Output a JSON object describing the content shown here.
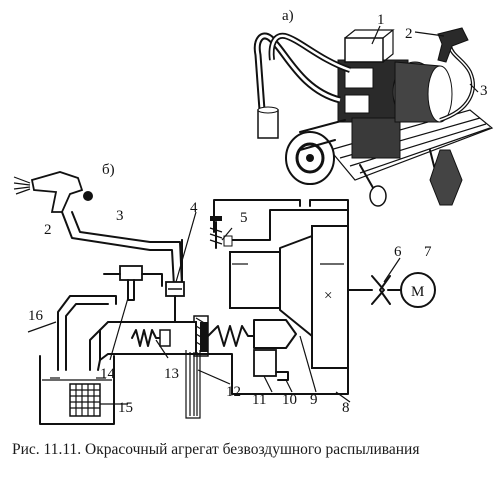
{
  "figure": {
    "caption": "Рис. 11.11. Окрасочный агрегат безвоздушного распыливания",
    "panel_a": "а)",
    "panel_b": "б)",
    "motor_symbol": "M",
    "mixer_symbol": "×",
    "callouts": [
      "1",
      "2",
      "3",
      "2",
      "3",
      "4",
      "5",
      "6",
      "7",
      "16",
      "14",
      "13",
      "12",
      "15",
      "11",
      "10",
      "9",
      "8"
    ]
  }
}
